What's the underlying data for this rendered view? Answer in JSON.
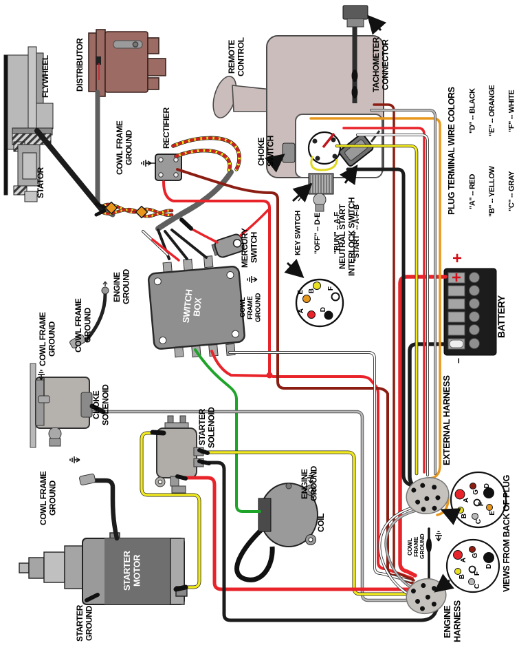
{
  "labels": {
    "flywheel": "FLYWHEEL",
    "stator": "STATOR",
    "distributor": "DISTRIBUTOR",
    "rectifier": "RECTIFIER",
    "remote_control": "REMOTE\nCONTROL",
    "tachometer_connector": "TACHOMETER\nCONNECTOR",
    "choke_switch": "CHOKE\nSWITCH",
    "mercury_switch": "MERCURY\nSWITCH",
    "switch_box": "SWITCH\nBOX",
    "cowl_frame_ground_2line": "COWL FRAME\nGROUND",
    "cowl_frame_ground_3line": "COWL\nFRAME\nGROUND",
    "engine_ground": "ENGINE\nGROUND",
    "choke_solenoid": "CHOKE\nSOLENOID",
    "starter_solenoid": "STARTER\nSOLENOID",
    "starter_motor": "STARTER\nMOTOR",
    "starter_ground": "STARTER\nGROUND",
    "coil": "COIL",
    "battery": "BATTERY",
    "battery_plus": "+",
    "battery_minus": "−",
    "external_harness": "EXTERNAL HARNESS",
    "engine_harness": "ENGINE\nHARNESS",
    "views_from_back": "VIEWS FROM BACK OF PLUG",
    "neutral_start_interlock": "NEUTRAL START\nINTERLOCK SWITCH"
  },
  "key_switch": {
    "heading": "KEY SWITCH",
    "positions": [
      "\"OFF\" -- D-E",
      "\"RUN\" -- A-F",
      "\"START\" -- A-F-B"
    ]
  },
  "plug_wire_colors": {
    "heading": "PLUG TERMINAL WIRE COLORS",
    "items": [
      "\"A\" -- RED",
      "\"B\" -- YELLOW",
      "\"C\" -- GRAY",
      "\"D\" -- BLACK",
      "\"E\" -- ORANGE",
      "\"F\" -- WHITE"
    ]
  },
  "terminals": {
    "key_plug": [
      "A",
      "B",
      "D",
      "E",
      "F"
    ],
    "upper_plug": [
      "A",
      "B",
      "C",
      "D",
      "E",
      "F",
      "G"
    ],
    "lower_plug": [
      "A",
      "B",
      "C",
      "D",
      "F",
      "G"
    ]
  },
  "wire_colors_hex": {
    "red": "#e8232a",
    "dark_red": "#8b1d12",
    "yellow": "#f2ea1f",
    "gray": "#b9b9b9",
    "black": "#1c1c1c",
    "white": "#ffffff",
    "orange": "#e8971d",
    "green": "#1fa42a"
  }
}
